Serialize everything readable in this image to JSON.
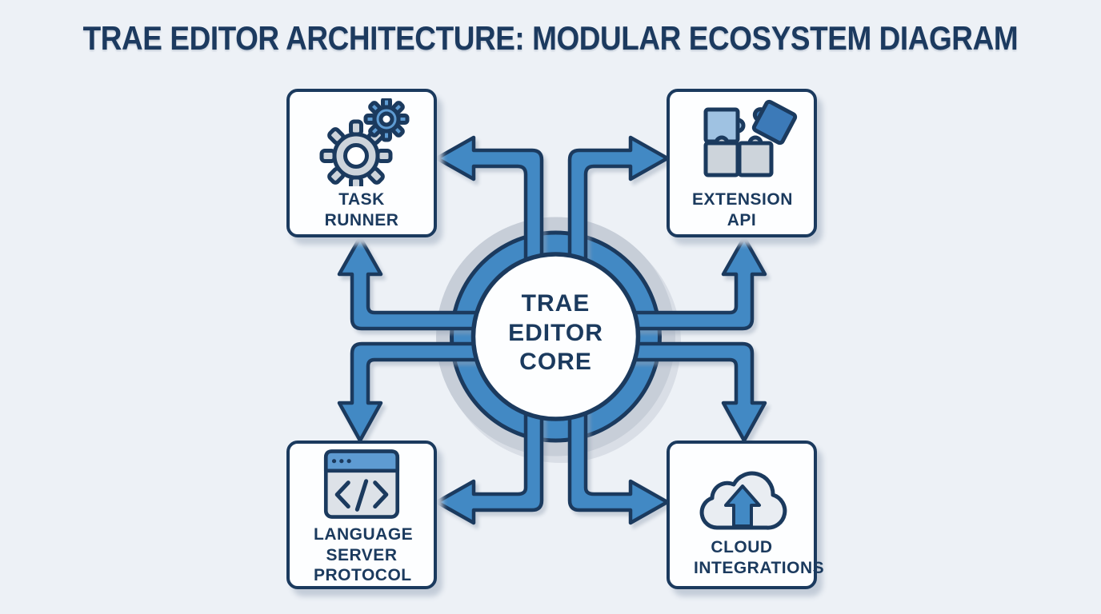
{
  "title": "TRAE EDITOR ARCHITECTURE: MODULAR ECOSYSTEM DIAGRAM",
  "core": {
    "label": "TRAE EDITOR CORE"
  },
  "modules": [
    {
      "id": "task-runner",
      "label": "TASK RUNNER",
      "icon": "gears-icon",
      "position": "top-left"
    },
    {
      "id": "extension-api",
      "label": "EXTENSION API",
      "icon": "puzzle-pieces-icon",
      "position": "top-right"
    },
    {
      "id": "language-server-protocol",
      "label": "LANGUAGE SERVER PROTOCOL",
      "icon": "code-window-icon",
      "position": "bottom-left"
    },
    {
      "id": "cloud-integrations",
      "label": "CLOUD INTEGRATIONS",
      "icon": "cloud-upload-icon",
      "position": "bottom-right"
    }
  ],
  "connections": [
    {
      "from": "trae-editor-core",
      "to": "task-runner",
      "enters_at": "right-edge"
    },
    {
      "from": "trae-editor-core",
      "to": "task-runner",
      "enters_at": "bottom-edge"
    },
    {
      "from": "trae-editor-core",
      "to": "extension-api",
      "enters_at": "left-edge"
    },
    {
      "from": "trae-editor-core",
      "to": "extension-api",
      "enters_at": "bottom-edge"
    },
    {
      "from": "trae-editor-core",
      "to": "language-server-protocol",
      "enters_at": "right-edge"
    },
    {
      "from": "trae-editor-core",
      "to": "language-server-protocol",
      "enters_at": "top-edge"
    },
    {
      "from": "trae-editor-core",
      "to": "cloud-integrations",
      "enters_at": "left-edge"
    },
    {
      "from": "trae-editor-core",
      "to": "cloud-integrations",
      "enters_at": "top-edge"
    }
  ],
  "colors": {
    "navy": "#1b3a5e",
    "blue": "#4289c4",
    "steel": "#5e9bd2",
    "pale_blue": "#9fc2e2",
    "strong_blue": "#3c7ab8",
    "gray": "#cdd4db",
    "pane_gray": "#dde2e8",
    "cloud_gray": "#e9edf2",
    "ring_gray": "#c7ced8",
    "bg": "#edf1f6",
    "box_bg": "#fdfeff",
    "shadow": "#c3ccd8"
  }
}
